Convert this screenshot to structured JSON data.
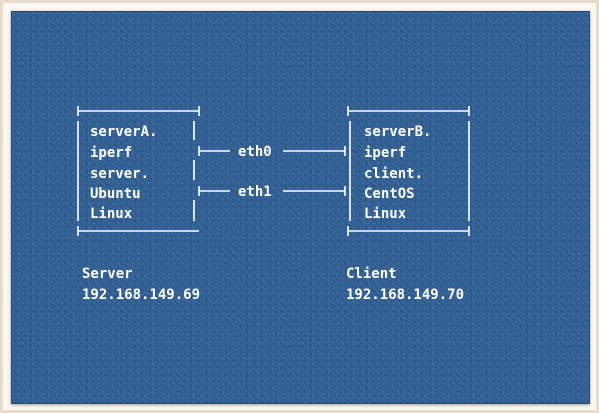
{
  "server_box": {
    "lines": [
      "serverA.",
      "iperf",
      "server.",
      "Ubuntu",
      "Linux"
    ]
  },
  "client_box": {
    "lines": [
      "serverB.",
      "iperf",
      "client.",
      "CentOS",
      "Linux"
    ]
  },
  "links": {
    "eth0": "eth0",
    "eth1": "eth1"
  },
  "server": {
    "label": "Server",
    "ip": "192.168.149.69"
  },
  "client": {
    "label": "Client",
    "ip": "192.168.149.70"
  },
  "colors": {
    "board": "#2f5f94",
    "ink": "#ffffff"
  }
}
